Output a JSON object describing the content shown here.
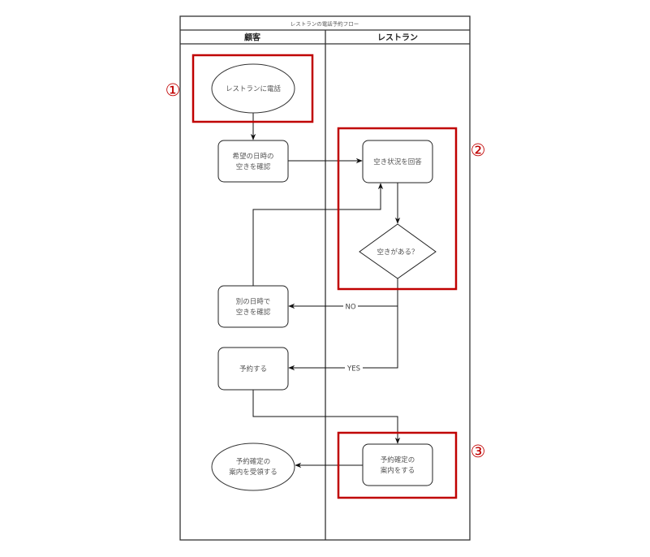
{
  "diagram": {
    "title": "レストランの電話予約フロー",
    "lanes": [
      {
        "id": "customer",
        "label": "顧客"
      },
      {
        "id": "restaurant",
        "label": "レストラン"
      }
    ],
    "nodes": {
      "call": {
        "lane": "customer",
        "shape": "ellipse",
        "lines": [
          "レストランに電話"
        ]
      },
      "check_desired": {
        "lane": "customer",
        "shape": "rounded-rect",
        "lines": [
          "希望の日時の",
          "空きを確認"
        ]
      },
      "answer": {
        "lane": "restaurant",
        "shape": "rounded-rect",
        "lines": [
          "空き状況を回答"
        ]
      },
      "available": {
        "lane": "restaurant",
        "shape": "diamond",
        "lines": [
          "空きがある？"
        ]
      },
      "check_other": {
        "lane": "customer",
        "shape": "rounded-rect",
        "lines": [
          "別の日時で",
          "空きを確認"
        ]
      },
      "reserve": {
        "lane": "customer",
        "shape": "rounded-rect",
        "lines": [
          "予約する"
        ]
      },
      "guide": {
        "lane": "restaurant",
        "shape": "rounded-rect",
        "lines": [
          "予約確定の",
          "案内をする"
        ]
      },
      "receive": {
        "lane": "customer",
        "shape": "ellipse",
        "lines": [
          "予約確定の",
          "案内を受領する"
        ]
      }
    },
    "edges": [
      {
        "from": "call",
        "to": "check_desired",
        "label": ""
      },
      {
        "from": "check_desired",
        "to": "answer",
        "label": ""
      },
      {
        "from": "answer",
        "to": "available",
        "label": ""
      },
      {
        "from": "available",
        "to": "check_other",
        "label": "NO"
      },
      {
        "from": "check_other",
        "to": "answer",
        "label": ""
      },
      {
        "from": "available",
        "to": "reserve",
        "label": "YES"
      },
      {
        "from": "reserve",
        "to": "guide",
        "label": ""
      },
      {
        "from": "guide",
        "to": "receive",
        "label": ""
      }
    ],
    "highlights": [
      {
        "marker": "①",
        "nodes": [
          "call"
        ]
      },
      {
        "marker": "②",
        "nodes": [
          "answer",
          "available"
        ]
      },
      {
        "marker": "③",
        "nodes": [
          "guide"
        ]
      }
    ],
    "colors": {
      "highlight": "#c00000",
      "stroke": "#222222",
      "text": "#555555"
    }
  }
}
